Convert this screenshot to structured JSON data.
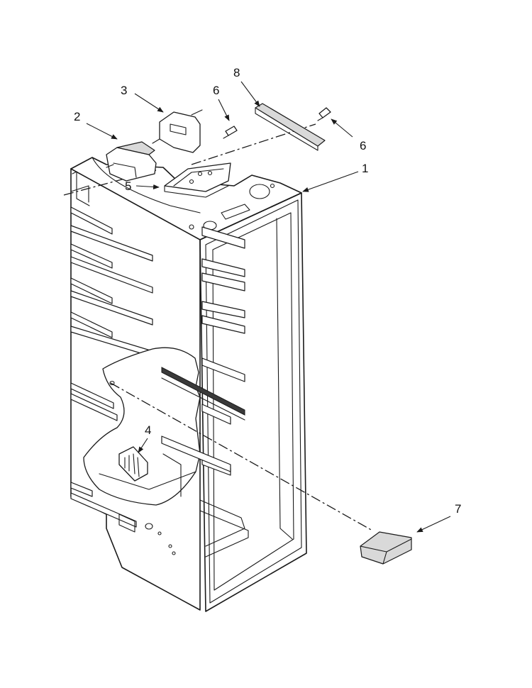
{
  "diagram": {
    "callouts": [
      {
        "id": "c1",
        "label": "1",
        "part": "liner"
      },
      {
        "id": "c2",
        "label": "2",
        "part": "control-box"
      },
      {
        "id": "c3",
        "label": "3",
        "part": "bracket"
      },
      {
        "id": "c4",
        "label": "4",
        "part": "rear-vent"
      },
      {
        "id": "c5",
        "label": "5",
        "part": "light-housing"
      },
      {
        "id": "c6a",
        "label": "6",
        "part": "screw-top"
      },
      {
        "id": "c6b",
        "label": "6",
        "part": "screw-right"
      },
      {
        "id": "c7",
        "label": "7",
        "part": "front-trim"
      },
      {
        "id": "c8",
        "label": "8",
        "part": "trim-strip"
      }
    ],
    "colors": {
      "line": "#1a1a1a",
      "background": "#ffffff",
      "shade": "#d9d9d9"
    }
  }
}
